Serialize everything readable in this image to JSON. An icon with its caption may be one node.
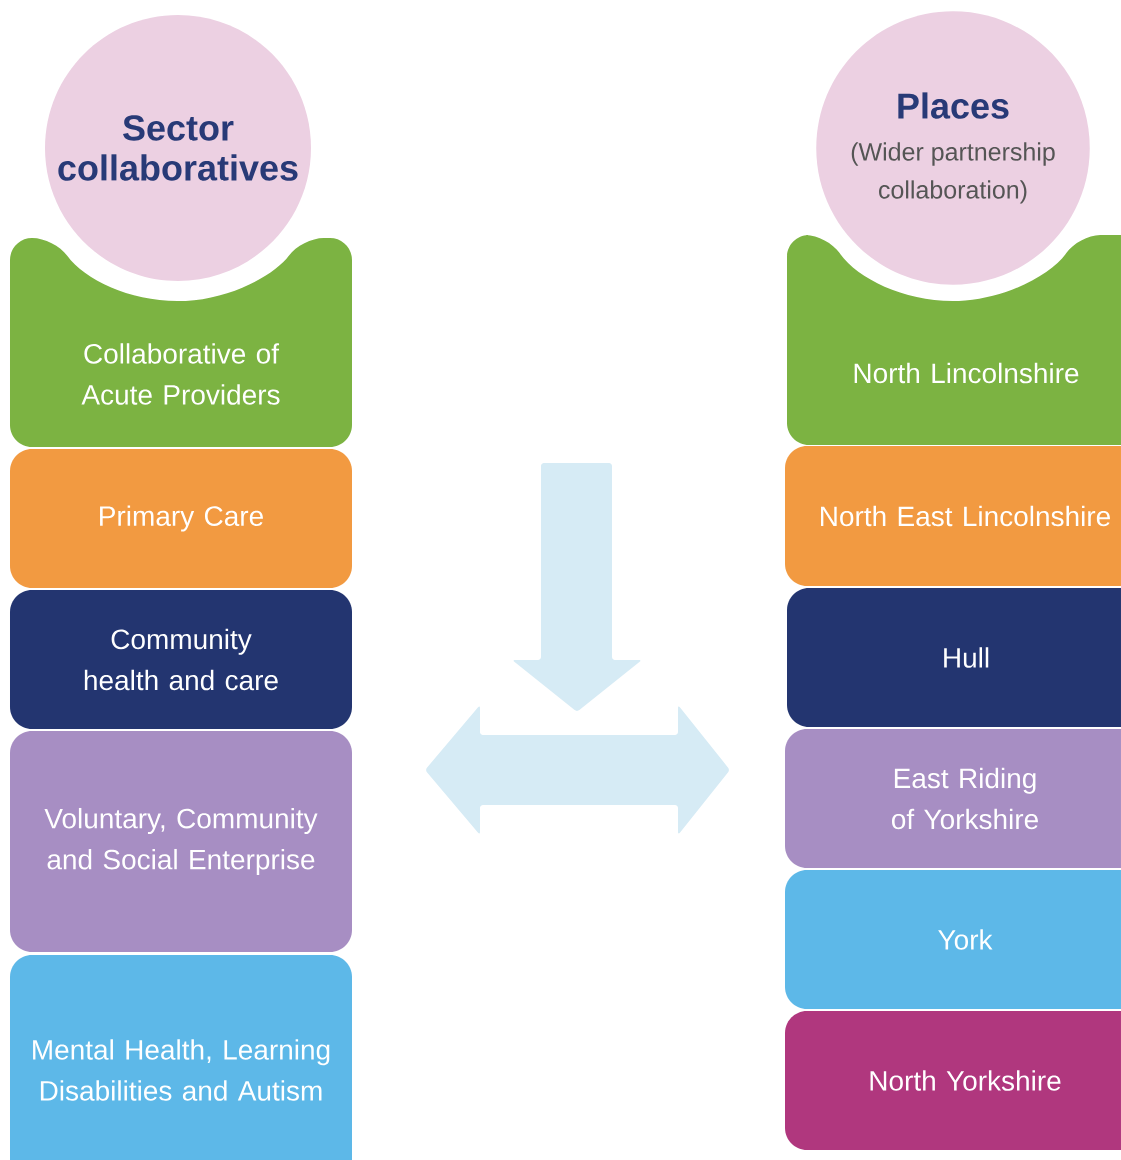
{
  "diagram": {
    "nodes": [
      {
        "text": [
          "Sector collaboratives"
        ]
      },
      {
        "text": [
          "Collaborative of Acute Providers"
        ]
      },
      {
        "text": [
          "Primary Care"
        ]
      },
      {
        "text": [
          "Community health and care"
        ]
      },
      {
        "text": [
          "Voluntary, Community and Social Enterprise"
        ]
      },
      {
        "text": [
          "Mental Health, Learning Disabilities and Autism"
        ]
      },
      {
        "text": [
          "Places",
          "(Wider partnership collaboration)"
        ]
      },
      {
        "text": [
          "North Lincolnshire"
        ]
      },
      {
        "text": [
          "North East Lincolnshire"
        ]
      },
      {
        "text": [
          "Hull"
        ]
      },
      {
        "text": [
          "East Riding of Yorkshire"
        ]
      },
      {
        "text": [
          "York"
        ]
      },
      {
        "text": [
          "North Yorkshire"
        ]
      }
    ]
  }
}
